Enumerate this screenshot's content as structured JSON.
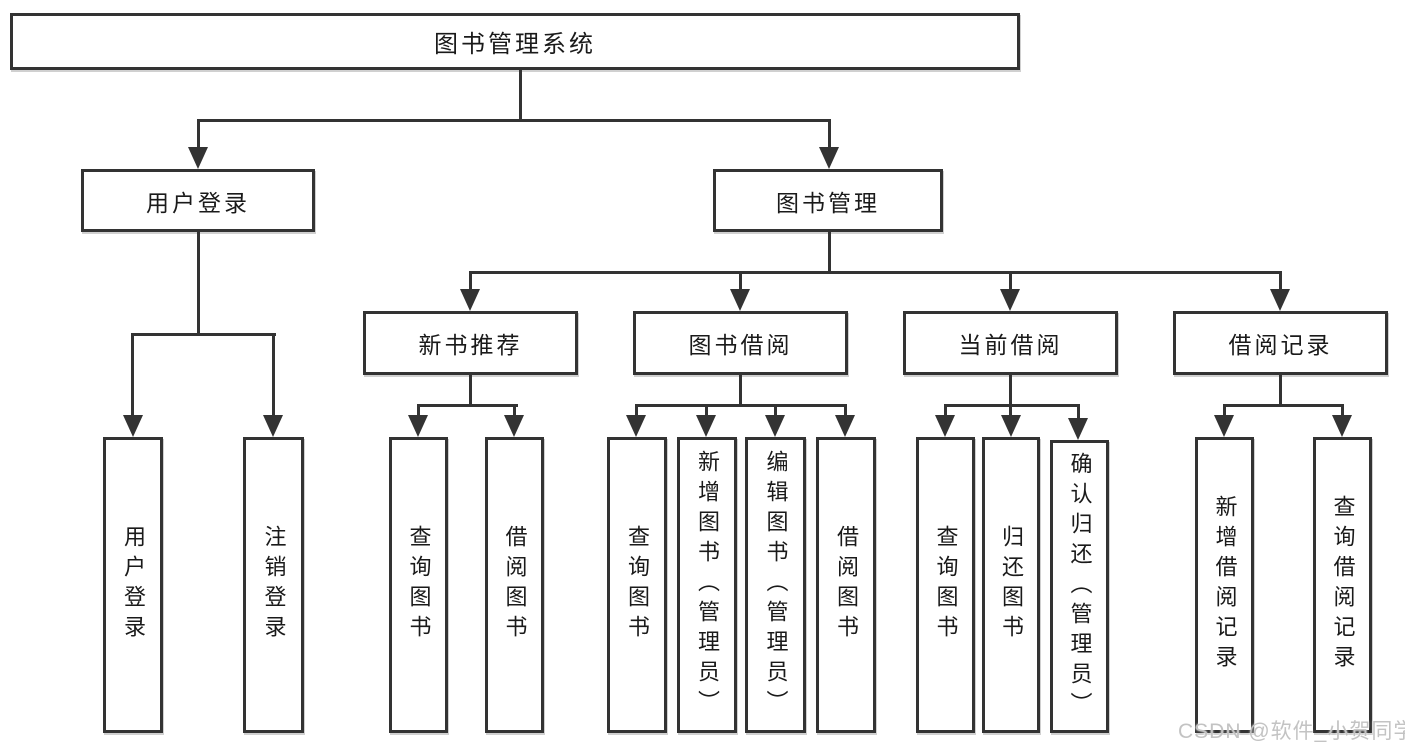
{
  "tree": {
    "root": {
      "label": "图书管理系统"
    },
    "branches": [
      {
        "label": "用户登录",
        "children": [
          {
            "label": "用户登录"
          },
          {
            "label": "注销登录"
          }
        ]
      },
      {
        "label": "图书管理",
        "children": [
          {
            "label": "新书推荐",
            "children": [
              {
                "label": "查询图书"
              },
              {
                "label": "借阅图书"
              }
            ]
          },
          {
            "label": "图书借阅",
            "children": [
              {
                "label": "查询图书"
              },
              {
                "label": "新增图书（管理员）"
              },
              {
                "label": "编辑图书（管理员）"
              },
              {
                "label": "借阅图书"
              }
            ]
          },
          {
            "label": "当前借阅",
            "children": [
              {
                "label": "查询图书"
              },
              {
                "label": "归还图书"
              },
              {
                "label": "确认归还（管理员）"
              }
            ]
          },
          {
            "label": "借阅记录",
            "children": [
              {
                "label": "新增借阅记录"
              },
              {
                "label": "查询借阅记录"
              }
            ]
          }
        ]
      }
    ]
  },
  "watermark": {
    "text": "CSDN @软件_小贺同学"
  },
  "colors": {
    "line": "#333333",
    "text": "#1a1a1a",
    "background": "#ffffff",
    "watermark": "#c3c3c3"
  }
}
